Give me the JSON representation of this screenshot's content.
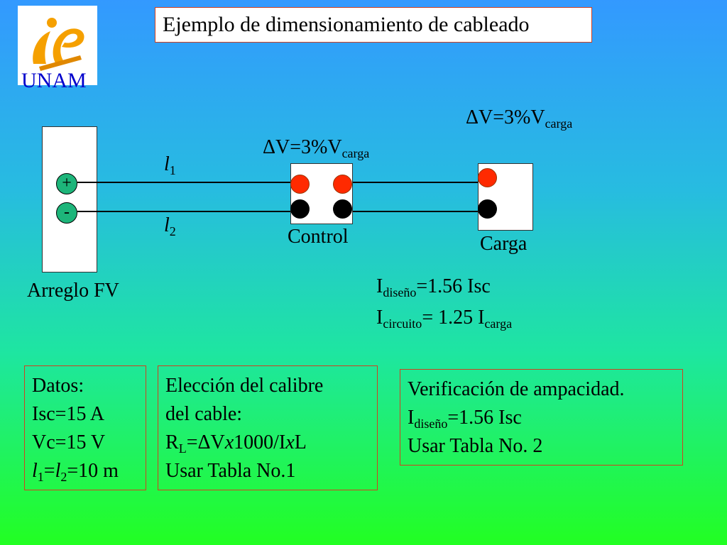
{
  "logo": {
    "monogram": "ie",
    "text": "UNAM",
    "colors": {
      "orange": "#f5a000",
      "blue": "#0000cc"
    }
  },
  "title": "Ejemplo de dimensionamiento de cableado",
  "diagram": {
    "arreglo_label": "Arreglo FV",
    "plus": "+",
    "minus": "-",
    "control_label": "Control",
    "carga_label": "Carga",
    "l1": {
      "var": "l",
      "sub": "1"
    },
    "l2": {
      "var": "l",
      "sub": "2"
    },
    "dv_control": {
      "main": "ΔV=3%V",
      "sub": "carga"
    },
    "dv_carga": {
      "main": "ΔV=3%V",
      "sub": "carga"
    },
    "i_diseno": {
      "base": "I",
      "sub": "diseño",
      "rest": "=1.56 Isc"
    },
    "i_circuito": {
      "base": "I",
      "sub": "circuito",
      "rest": "= 1.25 I",
      "sub2": "carga"
    }
  },
  "datos": {
    "line1": "Datos:",
    "line2": "Isc=15 A",
    "line3": "Vc=15 V",
    "line4": {
      "a": "l",
      "a_sub": "1",
      "eq": "=",
      "b": "l",
      "b_sub": "2",
      "rest": "=10 m"
    }
  },
  "eleccion": {
    "line1": "Elección del calibre",
    "line2": "del cable:",
    "line3": {
      "r": "R",
      "r_sub": "L",
      "eq": "=ΔV",
      "x1": "x",
      "mid": "1000/I",
      "x2": "x",
      "end": "L"
    },
    "line4": "Usar Tabla No.1"
  },
  "verificacion": {
    "line1": "Verificación de ampacidad.",
    "line2": {
      "base": "I",
      "sub": "diseño",
      "rest": "=1.56 Isc"
    },
    "line3": "Usar Tabla No. 2"
  }
}
